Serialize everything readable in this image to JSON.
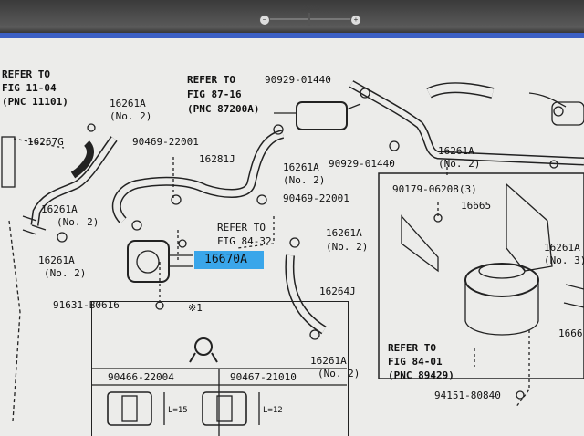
{
  "viewer": {
    "zoom_label": "Zoom",
    "zoom_out": "−",
    "zoom_in": "+"
  },
  "labels": {
    "refer_fig_11_04_a": "REFER TO",
    "refer_fig_11_04_b": "FIG 11-04",
    "refer_fig_11_04_c": "(PNC 11101)",
    "refer_fig_87_16_a": "REFER TO",
    "refer_fig_87_16_b": "FIG 87-16",
    "refer_fig_87_16_c": "(PNC 87200A)",
    "p90929_01440_top": "90929-01440",
    "p16261A_a": "16261A",
    "p16261A_a_no": "(No. 2)",
    "p16267G": "16267G",
    "p90469_22001_a": "90469-22001",
    "p16281J": "16281J",
    "p16261A_b": "16261A",
    "p16261A_b_no": "(No. 2)",
    "p90929_01440_mid": "90929-01440",
    "p16261A_c": "16261A",
    "p16261A_c_no": "(No. 2)",
    "p90469_22001_b": "90469-22001",
    "p16261A_d": "16261A",
    "p16261A_d_no": "(No. 2)",
    "refer_fig_84_32_a": "REFER TO",
    "refer_fig_84_32_b": "FIG 84-32",
    "p16261A_e": "16261A",
    "p16261A_e_no": "(No. 2)",
    "p16261A_f": "16261A",
    "p16261A_f_no": "(No. 2)",
    "p16670A": "16670A",
    "p16264J": "16264J",
    "p91631_B0616": "91631-B0616",
    "note_x1": "※1",
    "p16261A_g": "16261A",
    "p16261A_g_no": "(No. 2)",
    "p90179_06208": "90179-06208(3)",
    "p16665": "16665",
    "p16261A_h": "16261A",
    "p16261A_h_no": "(No. 3)",
    "p1666x": "1666",
    "refer_fig_84_01_a": "REFER TO",
    "refer_fig_84_01_b": "FIG 84-01",
    "refer_fig_84_01_c": "(PNC 89429)",
    "p94151_80840": "94151-80840",
    "p90466_22004": "90466-22004",
    "p90467_21010": "90467-21010",
    "len_15": "L=15",
    "len_12": "L=12"
  },
  "colors": {
    "highlight": "#3aa6ea",
    "paper": "#ececea",
    "accent_bar": "#3b5fc4"
  }
}
